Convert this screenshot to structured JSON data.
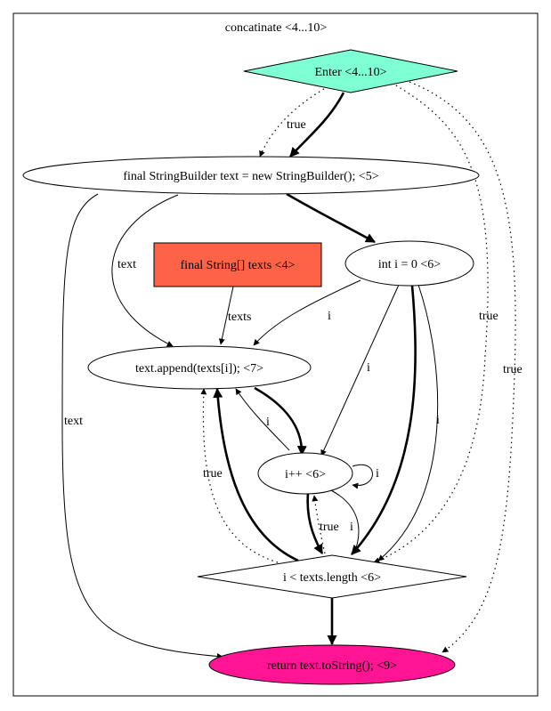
{
  "cluster": {
    "label": "concatinate <4...10>"
  },
  "nodes": {
    "enter": {
      "label": "Enter <4...10>",
      "fill": "#7fffd4"
    },
    "sb": {
      "label": "final StringBuilder text = new StringBuilder(); <5>",
      "fill": "#ffffff"
    },
    "texts": {
      "label": "final String[] texts <4>",
      "fill": "#ff6347"
    },
    "init": {
      "label": "int i = 0 <6>",
      "fill": "#ffffff"
    },
    "append": {
      "label": "text.append(texts[i]); <7>",
      "fill": "#ffffff"
    },
    "incr": {
      "label": "i++ <6>",
      "fill": "#ffffff"
    },
    "cond": {
      "label": "i < texts.length <6>",
      "fill": "#ffffff"
    },
    "ret": {
      "label": "return text.toString(); <9>",
      "fill": "#ff1493"
    }
  },
  "edge_labels": {
    "enter_sb": "true",
    "sb_append": "text",
    "sb_ret": "text",
    "texts_append": "texts",
    "init_append": "i",
    "init_incr": "i",
    "init_cond": "i",
    "enter_cond": "true",
    "enter_ret": "true",
    "incr_append": "i",
    "incr_self": "i",
    "cond_append": "true",
    "cond_incr": "true",
    "incr_cond": "i"
  }
}
